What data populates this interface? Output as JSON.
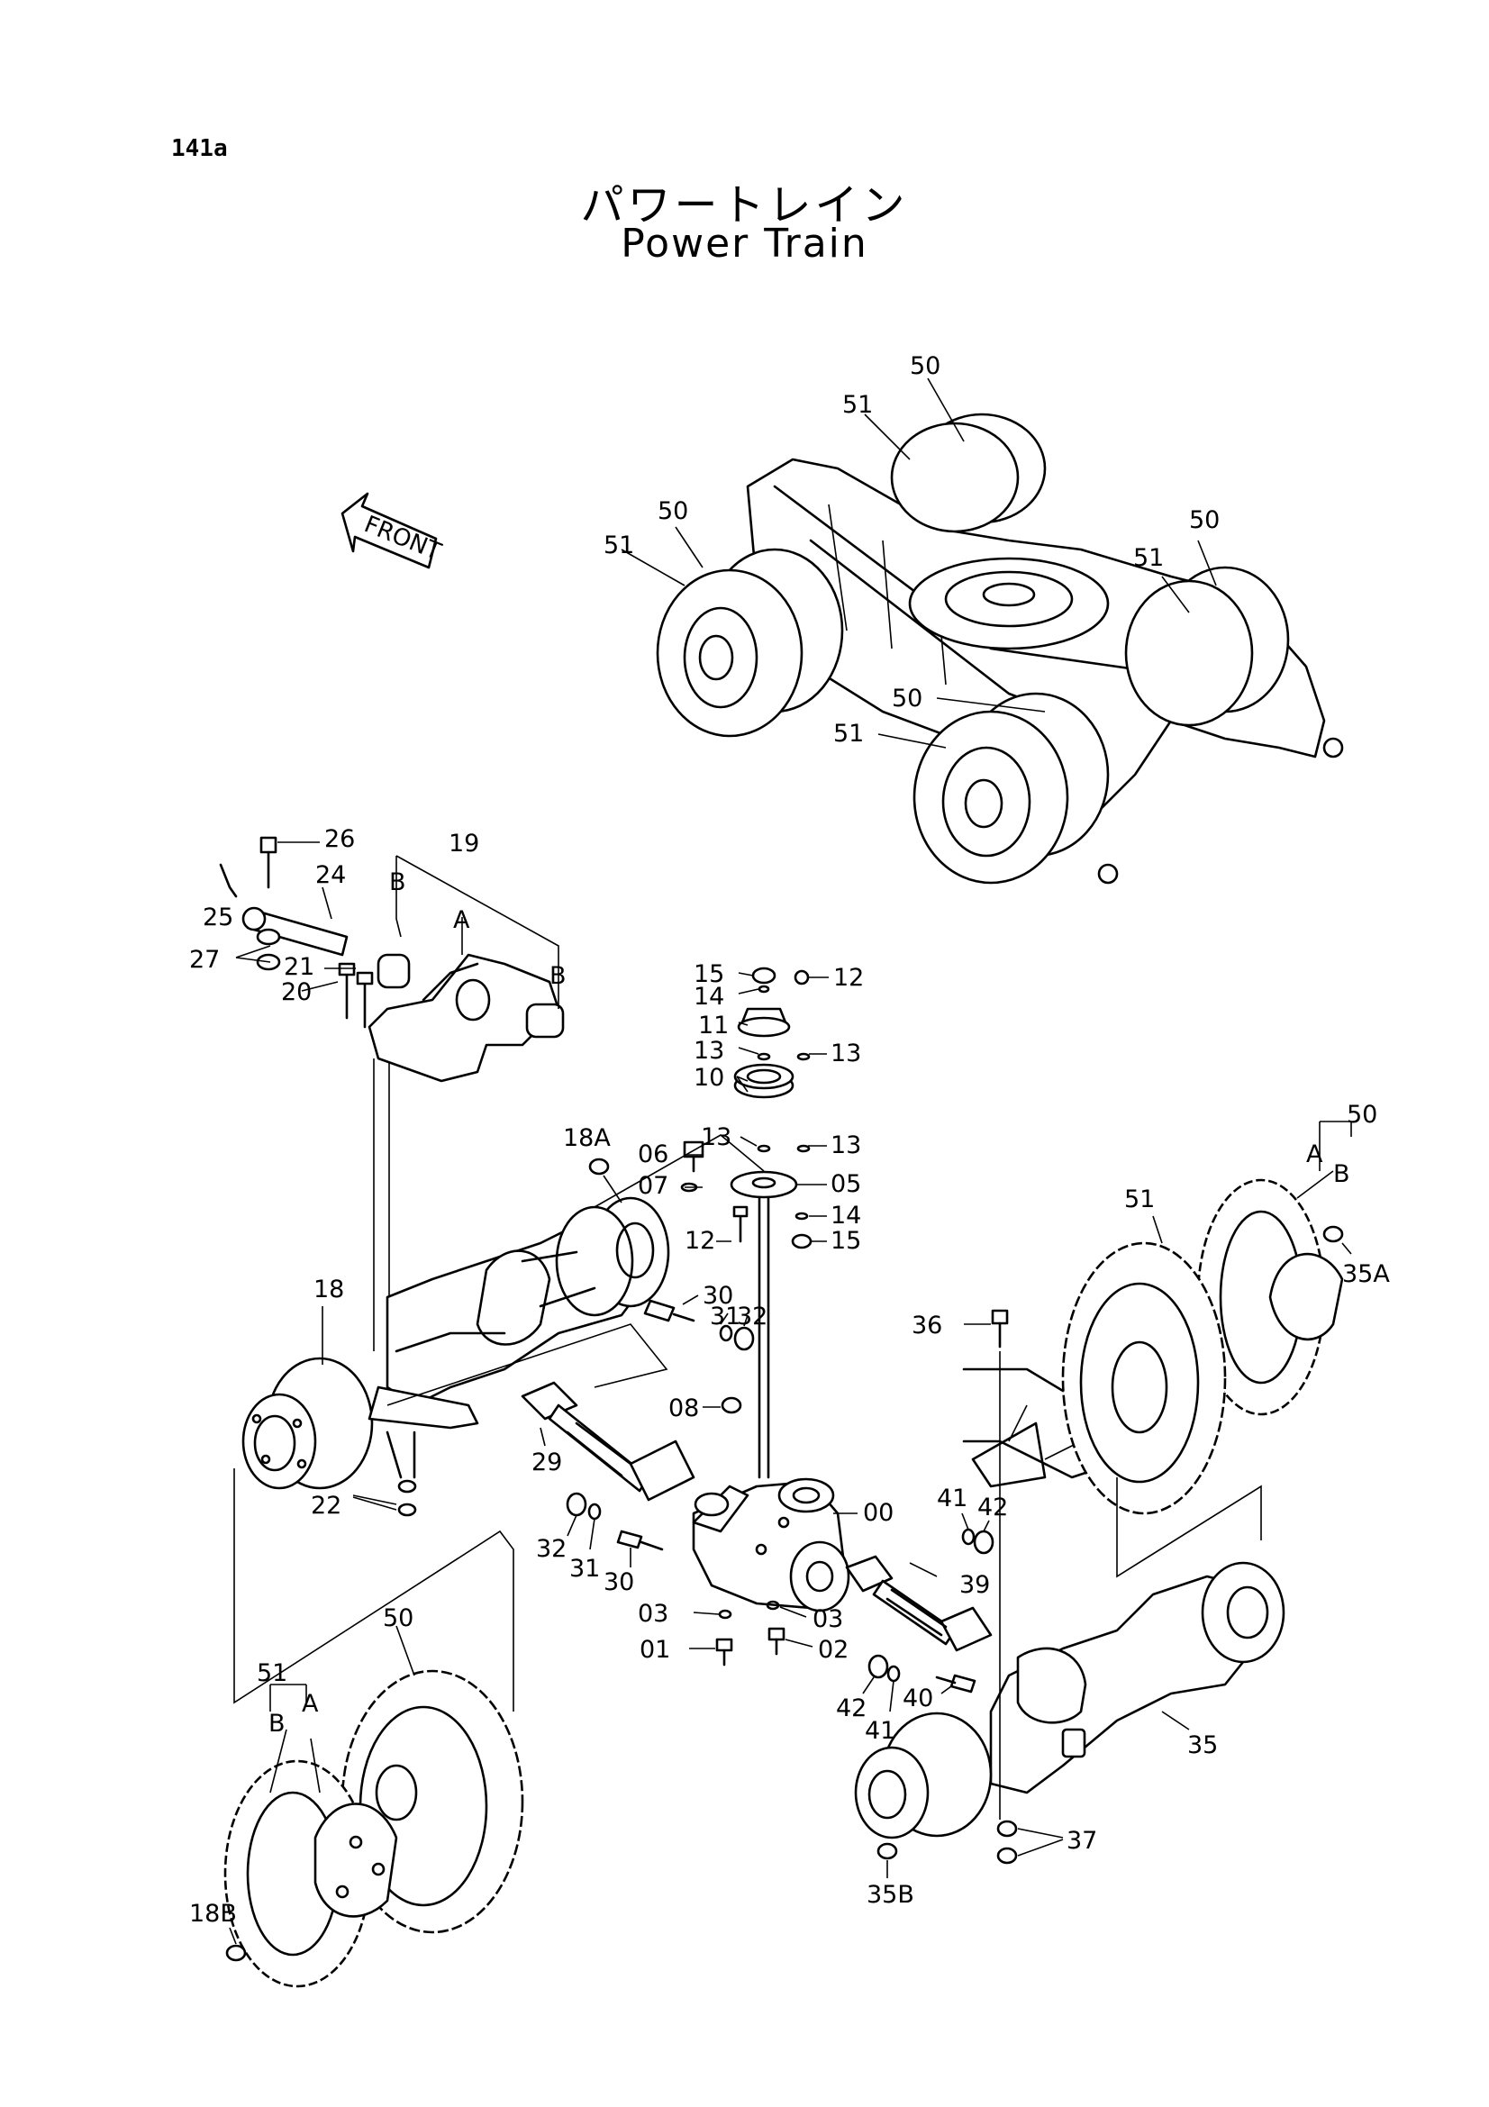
{
  "page": {
    "number": "141a",
    "title_ja": "パワートレイン",
    "title_en": "Power Train"
  },
  "front_indicator": "FRONT",
  "callouts": {
    "c50_top": "50",
    "c51_top": "51",
    "c50_left": "50",
    "c51_left": "51",
    "c50_right": "50",
    "c51_right": "51",
    "c50_mid": "50",
    "c51_mid": "51",
    "c26": "26",
    "c24": "24",
    "c25": "25",
    "c27": "27",
    "c21": "21",
    "c20": "20",
    "c19": "19",
    "c19_A": "A",
    "c19_B1": "B",
    "c19_B2": "B",
    "c15a": "15",
    "c12a": "12",
    "c14a": "14",
    "c11": "11",
    "c13a": "13",
    "c13b": "13",
    "c10": "10",
    "c13c": "13",
    "c13d": "13",
    "c06": "06",
    "c07": "07",
    "c05": "05",
    "c14b": "14",
    "c12b": "12",
    "c15b": "15",
    "c18A": "18A",
    "c18": "18",
    "c30a": "30",
    "c31a": "31",
    "c32a": "32",
    "c08": "08",
    "c29": "29",
    "c22": "22",
    "c00": "00",
    "c32b": "32",
    "c31b": "31",
    "c30b": "30",
    "c03a": "03",
    "c03b": "03",
    "c01": "01",
    "c02": "02",
    "c41a": "41",
    "c42a": "42",
    "c39": "39",
    "c40": "40",
    "c42b": "42",
    "c41b": "41",
    "c35": "35",
    "c36": "36",
    "c37": "37",
    "c35B": "35B",
    "c50_rw": "50",
    "c50_rw_A": "A",
    "c50_rw_B": "B",
    "c51_rw": "51",
    "c35A": "35A",
    "c50_lw": "50",
    "c51_lw": "51",
    "c51_lw_B": "B",
    "c51_lw_A": "A",
    "c18B": "18B"
  }
}
